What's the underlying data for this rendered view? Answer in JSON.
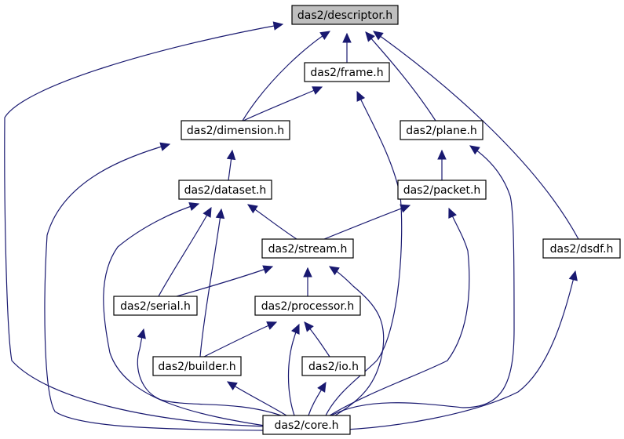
{
  "diagram": {
    "nodes": {
      "descriptor": "das2/descriptor.h",
      "frame": "das2/frame.h",
      "dimension": "das2/dimension.h",
      "plane": "das2/plane.h",
      "dataset": "das2/dataset.h",
      "packet": "das2/packet.h",
      "stream": "das2/stream.h",
      "dsdf": "das2/dsdf.h",
      "serial": "das2/serial.h",
      "processor": "das2/processor.h",
      "builder": "das2/builder.h",
      "io": "das2/io.h",
      "core": "das2/core.h"
    },
    "root": "descriptor",
    "edges": [
      {
        "from": "frame",
        "to": "descriptor"
      },
      {
        "from": "dimension",
        "to": "descriptor"
      },
      {
        "from": "plane",
        "to": "descriptor"
      },
      {
        "from": "dsdf",
        "to": "descriptor"
      },
      {
        "from": "core",
        "to": "descriptor"
      },
      {
        "from": "dimension",
        "to": "frame"
      },
      {
        "from": "core",
        "to": "frame"
      },
      {
        "from": "dataset",
        "to": "dimension"
      },
      {
        "from": "core",
        "to": "dimension"
      },
      {
        "from": "packet",
        "to": "plane"
      },
      {
        "from": "core",
        "to": "plane"
      },
      {
        "from": "stream",
        "to": "dataset"
      },
      {
        "from": "serial",
        "to": "dataset"
      },
      {
        "from": "builder",
        "to": "dataset"
      },
      {
        "from": "core",
        "to": "dataset"
      },
      {
        "from": "stream",
        "to": "packet"
      },
      {
        "from": "core",
        "to": "packet"
      },
      {
        "from": "serial",
        "to": "stream"
      },
      {
        "from": "processor",
        "to": "stream"
      },
      {
        "from": "core",
        "to": "stream"
      },
      {
        "from": "core",
        "to": "dsdf"
      },
      {
        "from": "core",
        "to": "serial"
      },
      {
        "from": "builder",
        "to": "processor"
      },
      {
        "from": "io",
        "to": "processor"
      },
      {
        "from": "core",
        "to": "processor"
      },
      {
        "from": "core",
        "to": "builder"
      },
      {
        "from": "core",
        "to": "io"
      }
    ]
  }
}
